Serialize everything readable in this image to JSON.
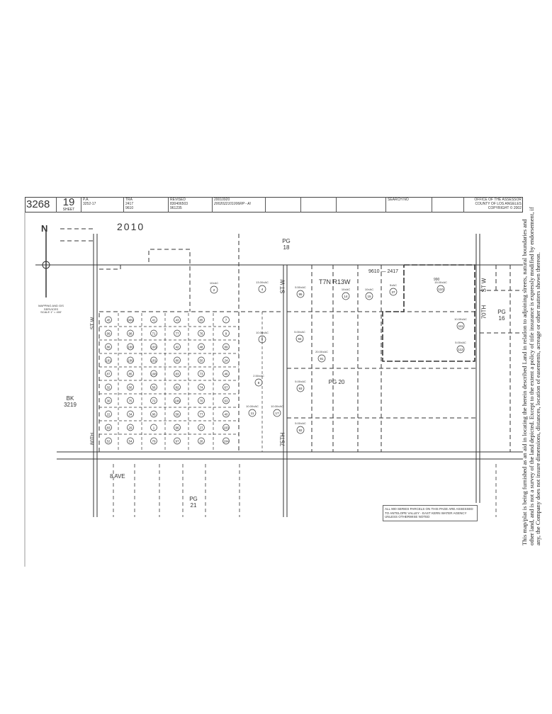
{
  "header": {
    "map_book": "3268",
    "page": "19",
    "sheet_label": "SHEET",
    "pa_label": "P.A.",
    "pa_value": "3252-17",
    "tra_label": "TRA",
    "tra_values": [
      "2417",
      "9610"
    ],
    "revised_label": "REVISED",
    "revised_values": [
      "830406503",
      "961235"
    ],
    "revision_date": "20010920",
    "revision_code": "2002022101006RP - AI",
    "search_label": "SEARCH NO",
    "office": [
      "OFFICE OF THE ASSESSOR",
      "COUNTY OF LOS ANGELES",
      "COPYRIGHT © 2002"
    ]
  },
  "map": {
    "year_label": "2010",
    "township": "T7N R13W",
    "tra_line": "9610 — 2417",
    "dimension_990": "990",
    "scale_note": [
      "MAPPING AND GIS",
      "SERVICES",
      "SCALE 1\" = 400'"
    ],
    "north_label": "N",
    "pages": [
      {
        "id": "pg18",
        "text": "PG 18"
      },
      {
        "id": "pg16",
        "text": "PG 16"
      },
      {
        "id": "pg20",
        "text": "PG 20"
      },
      {
        "id": "pg21",
        "text": "PG 21"
      },
      {
        "id": "bk3219",
        "text": "BK 3219"
      }
    ],
    "streets": {
      "st_w_80": "ST W",
      "th_80": "80TH",
      "st_w_75": "ST W",
      "th_75": "75TH",
      "st_w_70": "ST W",
      "th_70": "70TH",
      "ave": "8 AVE"
    },
    "parcels": [
      "2",
      "4",
      "95",
      "94",
      "5",
      "91",
      "14",
      "15",
      "37",
      "110",
      "111",
      "112",
      "93",
      "92",
      "11",
      "17",
      "8",
      "45",
      "99",
      "86",
      "101",
      "87",
      "32",
      "30",
      "22",
      "83",
      "52",
      "909",
      "98",
      "100",
      "106",
      "85",
      "66",
      "75",
      "34",
      "29",
      "54",
      "41",
      "71",
      "103",
      "101",
      "108",
      "56",
      "72",
      "96",
      "1",
      "79",
      "43",
      "77",
      "42",
      "80",
      "83",
      "82",
      "106",
      "58",
      "96",
      "97",
      "85",
      "76",
      "48",
      "50",
      "73",
      "74",
      "70",
      "77",
      "27",
      "26",
      "7",
      "9",
      "89",
      "24",
      "46",
      "67",
      "63",
      "40",
      "103",
      "104"
    ],
    "acreages": [
      "10±AC",
      "13.00±AC",
      "5.50±AC",
      "5.00±AC",
      "10.00±AC",
      "20.00±AC",
      "10±AC",
      "10±AC",
      "5±AC",
      "15.00±AC",
      "10.00±AC",
      "5.00±AC",
      "5.00±AC",
      "5.00±AC",
      "10.00±AC",
      "10.00±AC",
      "2.50±AC"
    ],
    "note": "ALL 900 SERIES PARCELS ON THIS PAGE ARE ASSESSED TO ANTELOPE VALLEY - EAST KERN WATER AGENCY UNLESS OTHERWISE NOTED"
  },
  "disclaimer": "This map/plat is being furnished as an aid in locating the herein described Land in relation to adjoining streets, natural boundaries and other land, and is not a survey of the land depicted. Except to the extent a policy of title insurance is expressly modified by endorsement, if any, the Company does not insure dimensions, distances, location of easements, acreage or other matters shown thereon.",
  "colors": {
    "ink": "#222222",
    "paper": "#ffffff"
  }
}
